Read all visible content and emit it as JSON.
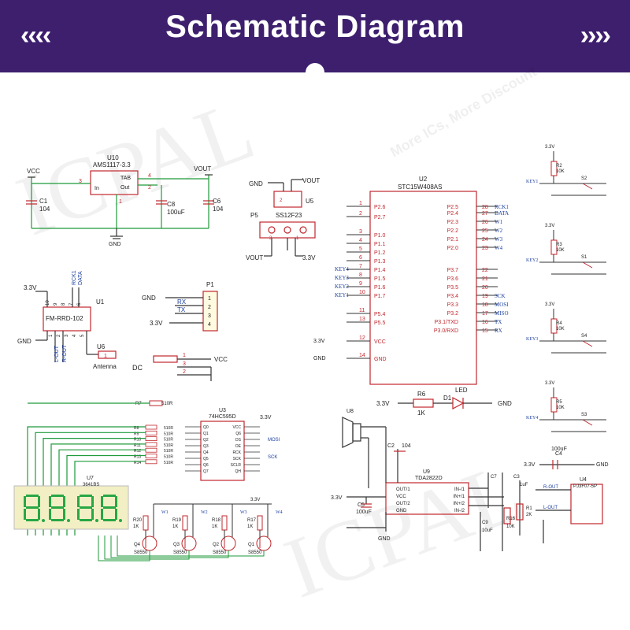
{
  "banner": {
    "title": "Schematic Diagram",
    "left_arrows": "‹‹‹‹",
    "right_arrows": "››››",
    "bg_color": "#3d1f6e"
  },
  "colors": {
    "wire_green": "#1f9a3a",
    "component_red": "#c0272d",
    "net_blue": "#1c3fa0",
    "seg_yellow": "#f3efc4",
    "seg_green": "#28a745"
  },
  "regulator": {
    "ref": "U10",
    "part": "AMS1117-3.3",
    "pin_in": "In",
    "pin_tab": "TAB",
    "pin_out": "Out",
    "gnd_pin": "1",
    "in_pin": "3",
    "tab_pin": "4",
    "out_pin": "2",
    "c1_ref": "C1",
    "c1_val": "104",
    "c8_ref": "C8",
    "c8_val": "100uF",
    "c6_ref": "C6",
    "c6_val": "104",
    "vcc": "VCC",
    "vout": "VOUT",
    "gnd": "GND"
  },
  "switch": {
    "ref": "U5",
    "part": "SS12F23",
    "p5": "P5",
    "gnd": "GND",
    "vout": "VOUT",
    "v33": "3.3V",
    "vout_bottom": "VOUT",
    "pin1": "1",
    "pin2": "2",
    "pin3": "3"
  },
  "mcu": {
    "ref": "U2",
    "part": "STC15W408AS",
    "left_pins": [
      {
        "num": "1",
        "name": "P2.6",
        "net": ""
      },
      {
        "num": "2",
        "name": "P2.7",
        "net": ""
      },
      {
        "num": "3",
        "name": "P1.0",
        "net": ""
      },
      {
        "num": "4",
        "name": "P1.1",
        "net": ""
      },
      {
        "num": "5",
        "name": "P1.2",
        "net": ""
      },
      {
        "num": "6",
        "name": "P1.3",
        "net": ""
      },
      {
        "num": "7",
        "name": "P1.4",
        "net": "KEY4"
      },
      {
        "num": "8",
        "name": "P1.5",
        "net": "KEY3"
      },
      {
        "num": "9",
        "name": "P1.6",
        "net": "KEY2"
      },
      {
        "num": "10",
        "name": "P1.7",
        "net": "KEY1"
      },
      {
        "num": "11",
        "name": "P5.4",
        "net": ""
      },
      {
        "num": "13",
        "name": "P5.5",
        "net": ""
      },
      {
        "num": "12",
        "name": "VCC",
        "net": "3.3V"
      },
      {
        "num": "14",
        "name": "GND",
        "net": "GND"
      }
    ],
    "right_pins": [
      {
        "num": "28",
        "name": "P2.5",
        "net": "RCK1"
      },
      {
        "num": "27",
        "name": "P2.4",
        "net": "DATA"
      },
      {
        "num": "26",
        "name": "P2.3",
        "net": "W1"
      },
      {
        "num": "25",
        "name": "P2.2",
        "net": "W2"
      },
      {
        "num": "24",
        "name": "P2.1",
        "net": "W3"
      },
      {
        "num": "23",
        "name": "P2.0",
        "net": "W4"
      },
      {
        "num": "22",
        "name": "P3.7",
        "net": ""
      },
      {
        "num": "21",
        "name": "P3.6",
        "net": ""
      },
      {
        "num": "20",
        "name": "P3.5",
        "net": ""
      },
      {
        "num": "19",
        "name": "P3.4",
        "net": "SCK"
      },
      {
        "num": "18",
        "name": "P3.3",
        "net": "MOSI"
      },
      {
        "num": "17",
        "name": "P3.2",
        "net": "MISO"
      },
      {
        "num": "16",
        "name": "P3.1/TXD",
        "net": "TX"
      },
      {
        "num": "15",
        "name": "P3.0/RXD",
        "net": "RX"
      }
    ]
  },
  "keys": [
    {
      "r_ref": "R2",
      "r_val": "10K",
      "sw": "S2",
      "net": "KEY1",
      "v": "3.3V"
    },
    {
      "r_ref": "R3",
      "r_val": "10K",
      "sw": "S1",
      "net": "KEY2",
      "v": "3.3V"
    },
    {
      "r_ref": "R4",
      "r_val": "10K",
      "sw": "S4",
      "net": "KEY3",
      "v": "3.3V"
    },
    {
      "r_ref": "R5",
      "r_val": "10K",
      "sw": "S3",
      "net": "KEY4",
      "v": "3.3V"
    }
  ],
  "radio": {
    "ref": "U1",
    "part": "FM-RRD-102",
    "v33": "3.3V",
    "gnd": "GND",
    "rck": "RCK1",
    "data": "DATA",
    "lout": "L-OUT",
    "rout": "R-OUT",
    "antenna_ref": "U6",
    "antenna": "Antenna",
    "antenna_pin": "1",
    "top_pins": [
      "10",
      "9",
      "8",
      "7",
      "6"
    ],
    "bot_pins": [
      "1",
      "2",
      "3",
      "4",
      "5"
    ]
  },
  "header": {
    "ref": "P1",
    "gnd": "GND",
    "rx": "RX",
    "tx": "TX",
    "v33": "3.3V",
    "pins": [
      "1",
      "2",
      "3",
      "4"
    ]
  },
  "dc": {
    "label": "DC",
    "vcc": "VCC",
    "pins": [
      "1",
      "3",
      "2"
    ]
  },
  "led": {
    "v33": "3.3V",
    "r_ref": "R6",
    "r_val": "1K",
    "d_ref": "D1",
    "d_name": "LED",
    "gnd": "GND"
  },
  "shift": {
    "ref": "U3",
    "part": "74HC595D",
    "r7": "R7",
    "r7_val": "510R",
    "left_pins": [
      "Q0",
      "Q1",
      "Q2",
      "Q3",
      "Q4",
      "Q5",
      "Q6",
      "Q7"
    ],
    "right_pins": [
      "VCC",
      "Q6",
      "DS",
      "OE",
      "RCK",
      "SCK",
      "SCLR",
      "QH"
    ],
    "resistors": [
      "R8",
      "R9",
      "R10",
      "R11",
      "R12",
      "R13",
      "R14"
    ],
    "res_val": "510R",
    "v33": "3.3V",
    "mosi": "MOSI",
    "sck": "SCK"
  },
  "display": {
    "ref": "U7",
    "part": "3641BS"
  },
  "transistors": [
    {
      "q": "Q4",
      "part": "S8550",
      "r": "R20",
      "r_val": "1K",
      "w": "W1"
    },
    {
      "q": "Q3",
      "part": "S8550",
      "r": "R19",
      "r_val": "1K",
      "w": "W2"
    },
    {
      "q": "Q2",
      "part": "S8550",
      "r": "R18",
      "r_val": "1K",
      "w": "W3"
    },
    {
      "q": "Q1",
      "part": "S8550",
      "r": "R17",
      "r_val": "1K",
      "w": "W4"
    }
  ],
  "amp": {
    "speaker": "U8",
    "ref": "U9",
    "part": "TDA2822D",
    "c2": "C2",
    "c2_val": "104",
    "c4": "C4",
    "c4_val": "100uF",
    "c5": "C5",
    "c5_val": "100uF",
    "c7": "C7",
    "c3": "C3",
    "c3_val": "1uF",
    "c9": "C9",
    "c9_val": "10uF",
    "r16": "R16",
    "r16_val": "10K",
    "r1": "R1",
    "r1_val": "2K",
    "jack_ref": "U4",
    "jack": "PJ3F07-5P",
    "v33": "3.3V",
    "gnd": "GND",
    "lout": "L-OUT",
    "rout": "R-OUT",
    "left_pins": [
      "OUT/1",
      "VCC",
      "OUT/2",
      "GND"
    ],
    "right_pins": [
      "IN-/1",
      "IN+/1",
      "IN+/2",
      "IN-/2"
    ]
  },
  "watermark": {
    "brand": "ICPAL",
    "slogan": "More ICs, More Discount"
  }
}
